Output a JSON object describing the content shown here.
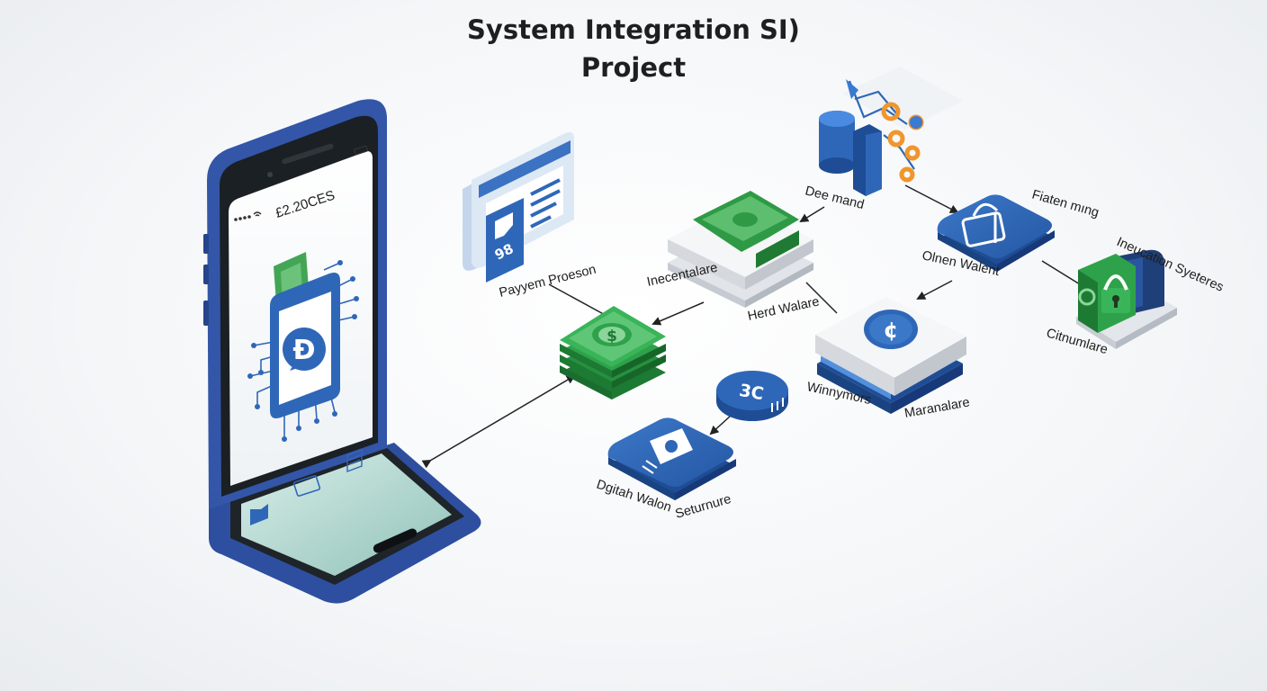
{
  "title": {
    "line1": "System Integration SI)",
    "line2": "Project"
  },
  "phone": {
    "balance_text": "£2.20CES",
    "coin_glyph": "Đ",
    "icons": [
      "signal-dots-icon",
      "wifi-icon",
      "battery-icon",
      "coin-chip-icon",
      "folder-icon",
      "card-icon",
      "stack-icon"
    ]
  },
  "nodes": {
    "payment_processor": {
      "label": "Payyem Proeson",
      "badge": "98",
      "icon": "browser-window-icon"
    },
    "cash_stack_top": {
      "label": "Inecentalare",
      "icon": "cash-tray-icon"
    },
    "hard_wallet": {
      "label": "Herd Walare"
    },
    "dollar_stack": {
      "glyph": "$",
      "icon": "dollar-stack-icon"
    },
    "data_hub": {
      "label": "Dee mand",
      "icon": "database-network-icon"
    },
    "foundation_mining": {
      "label": "Fiaten mıng",
      "icon": "padlock-tile-icon"
    },
    "omen_wallet": {
      "label": "Olnen Walent"
    },
    "exchange_disc": {
      "glyph": "¢",
      "icon": "exchange-coin-icon"
    },
    "winnymers": {
      "label": "Winnymors"
    },
    "marantare": {
      "label": "Maranalare"
    },
    "innovation_systems": {
      "label": "Ineucation Syeteres",
      "icon": "green-lock-wallet-icon"
    },
    "consumers": {
      "label": "Citnumlare"
    },
    "token_3c": {
      "glyph": "3C",
      "icon": "token-coin-icon"
    },
    "digital_wallet": {
      "label": "Dgitah Walon",
      "icon": "camera-card-icon"
    },
    "secure": {
      "label": "Seturnure"
    }
  },
  "colors": {
    "blue": "#2f67b8",
    "blue_dark": "#1f4d95",
    "green": "#2ea24a",
    "green_dark": "#1d7a33",
    "orange": "#f0962c",
    "white_tile": "#f7f8fa"
  }
}
